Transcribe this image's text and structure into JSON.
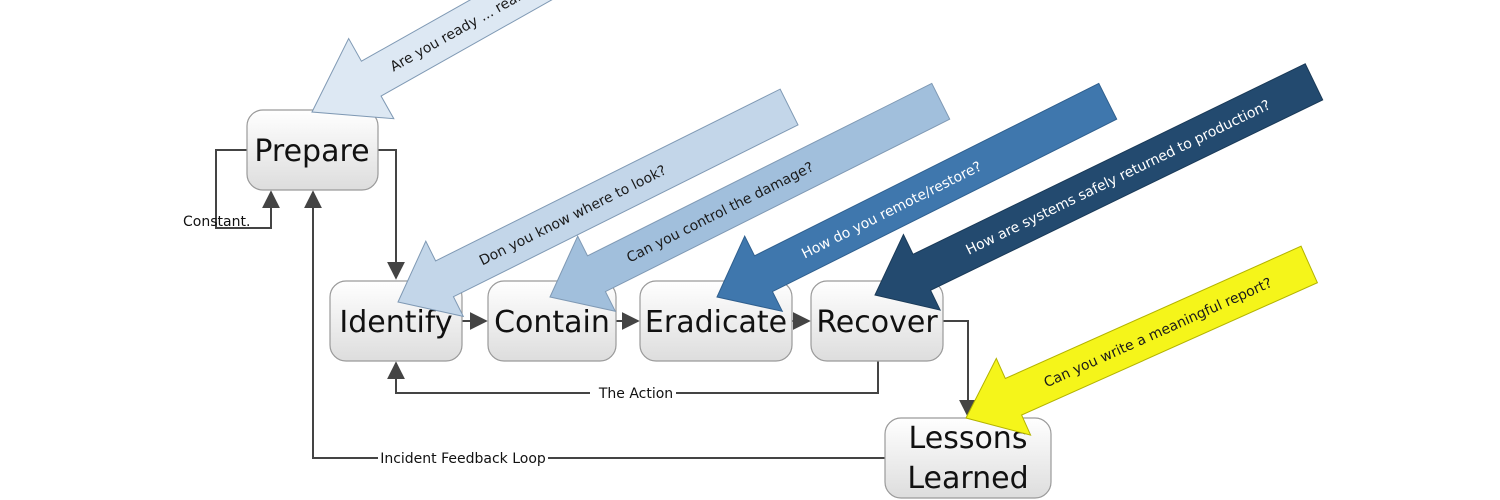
{
  "nodes": {
    "prepare": "Prepare",
    "identify": "Identify",
    "contain": "Contain",
    "eradicate": "Eradicate",
    "recover": "Recover",
    "lessons_line1": "Lessons",
    "lessons_line2": "Learned"
  },
  "edge_labels": {
    "constant": "Constant.",
    "action": "The Action",
    "feedback": "Incident Feedback Loop"
  },
  "questions": {
    "prepare": "Are you ready ... really?",
    "identify": "Don you know where to look?",
    "contain": "Can you control the damage?",
    "eradicate": "How do you remote/restore?",
    "recover": "How are systems safely returned to production?",
    "lessons": "Can you write a meaningful report?"
  },
  "colors": {
    "prepare_arrow": "#dde8f3",
    "identify_arrow": "#c3d6e9",
    "contain_arrow": "#a1bfdc",
    "eradicate_arrow": "#3f77ad",
    "recover_arrow": "#234a6f",
    "lessons_arrow": "#f5f51a",
    "node_fill_top": "#ffffff",
    "node_fill_bottom": "#dcdcdc"
  }
}
